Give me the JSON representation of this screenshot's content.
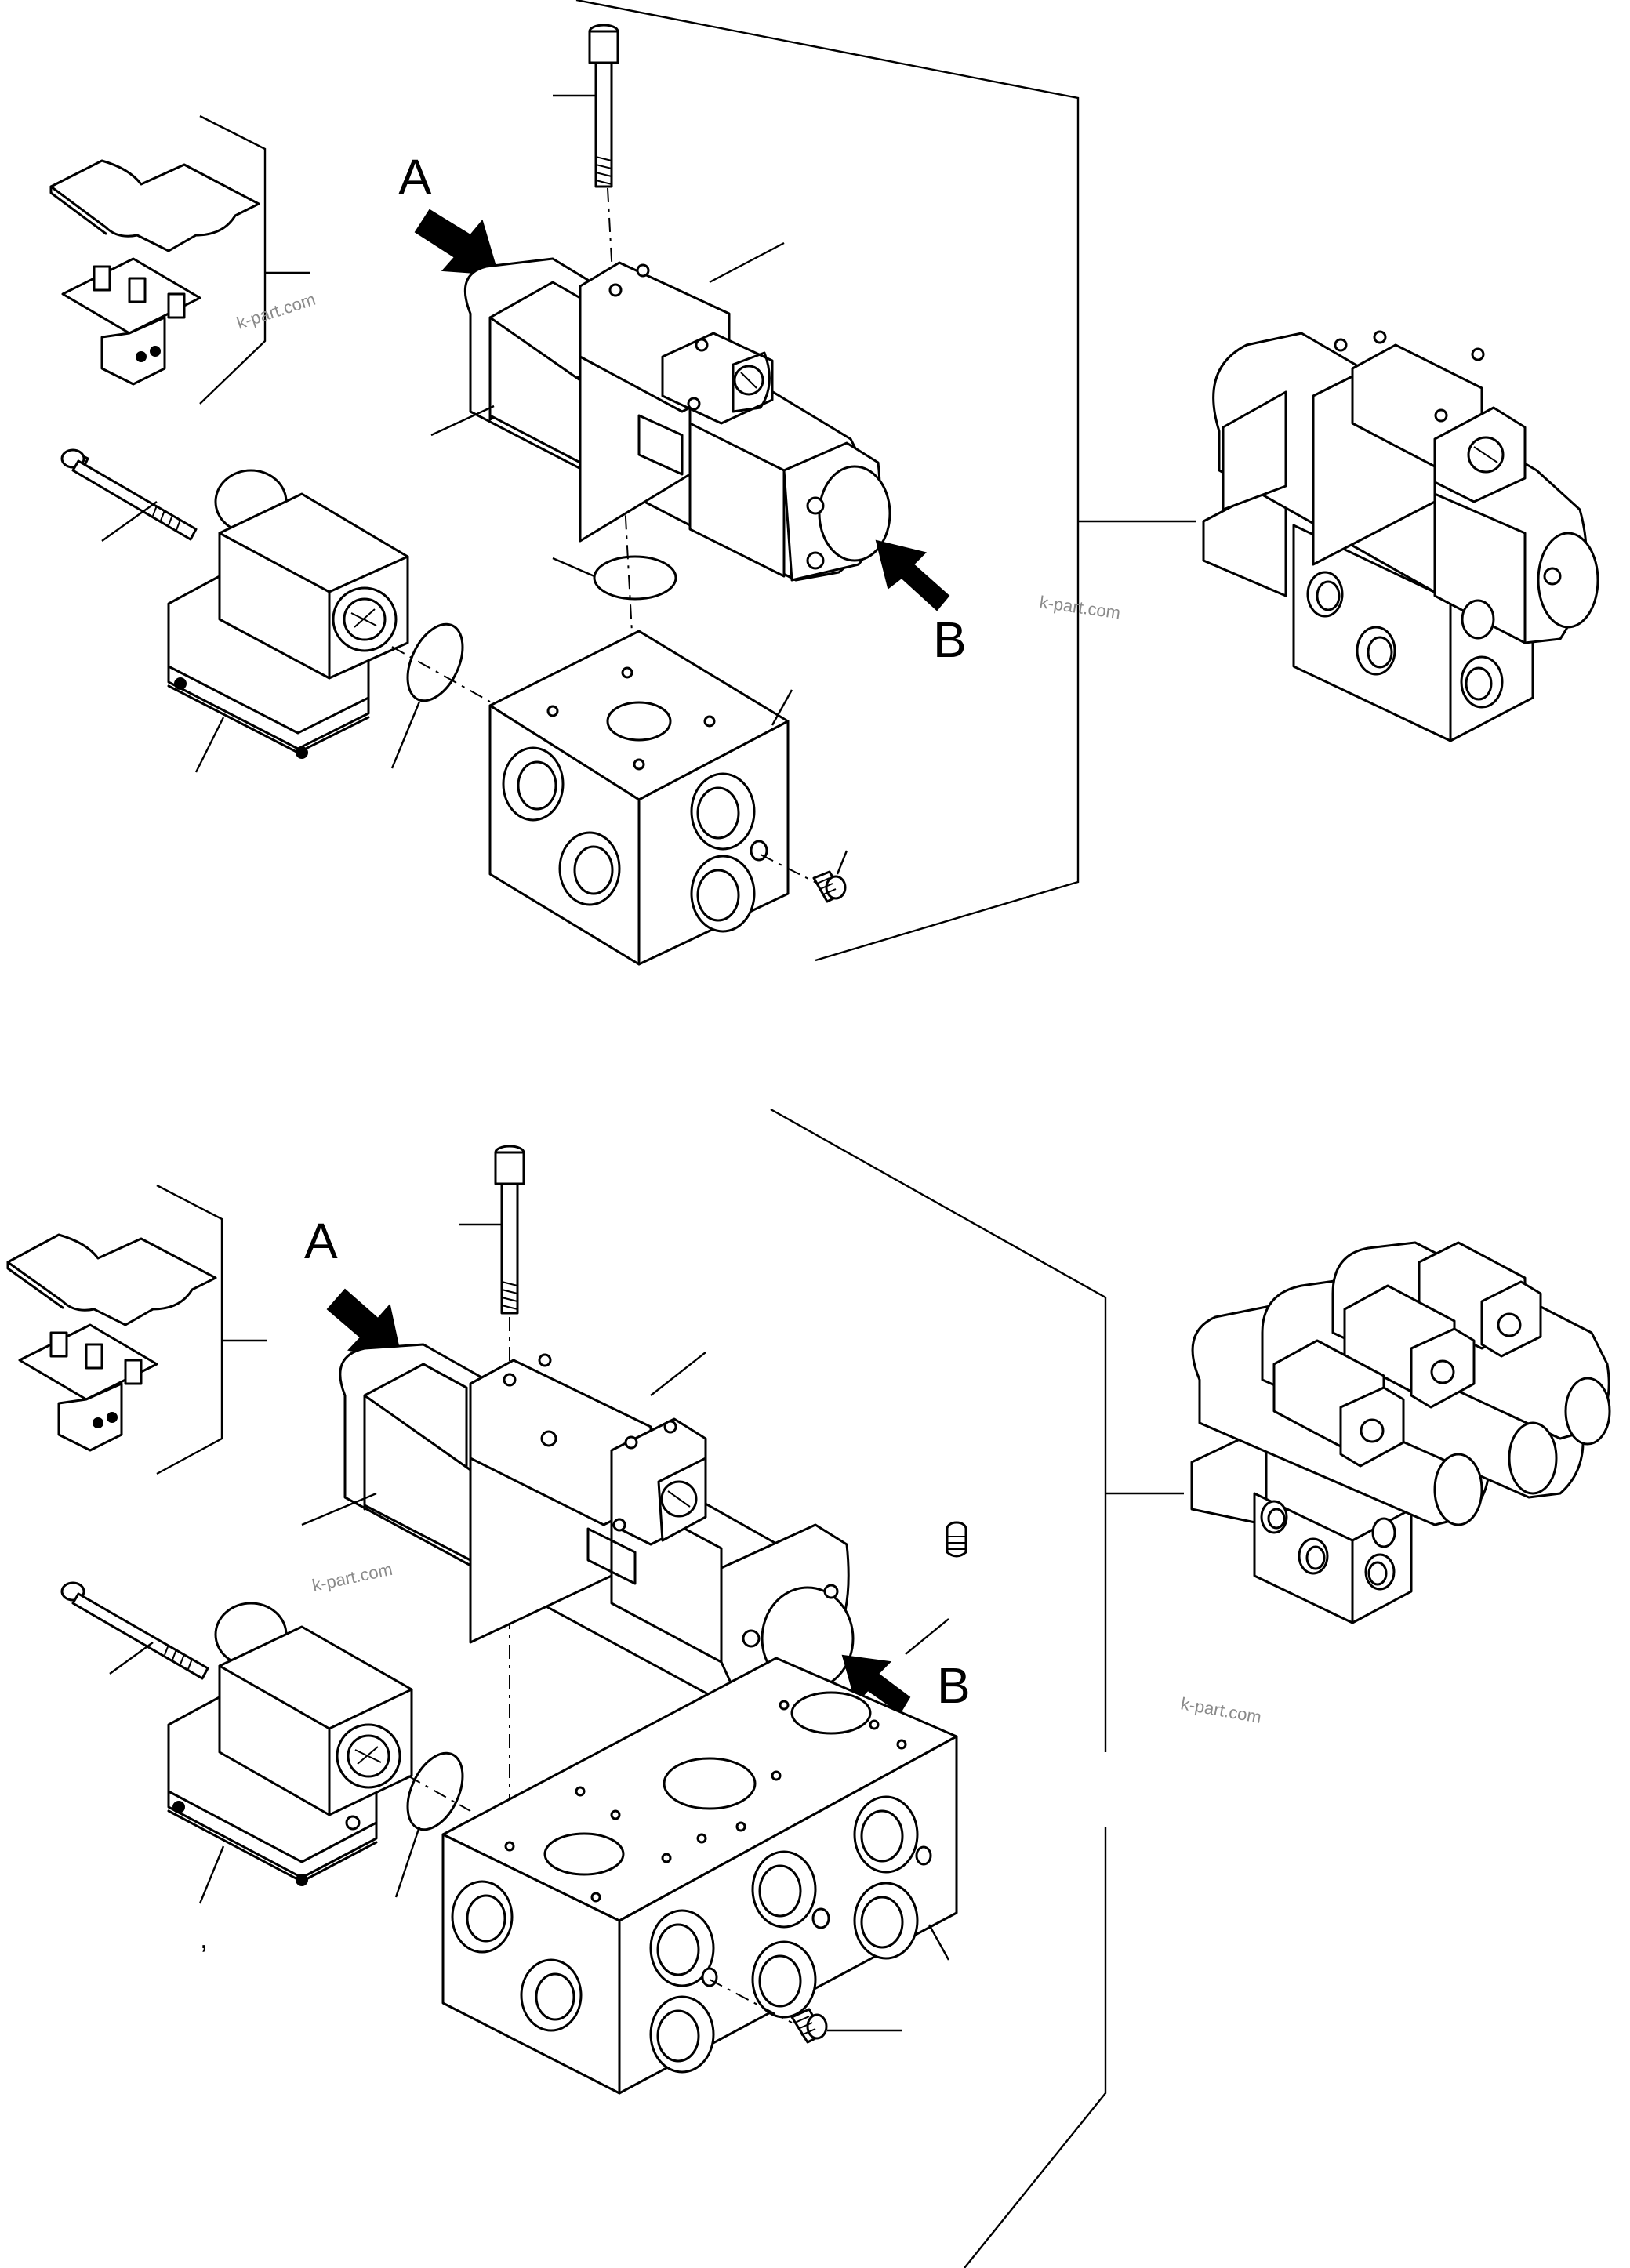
{
  "labels": {
    "top_a": "A",
    "top_b": "B",
    "bottom_a": "A",
    "bottom_b": "B",
    "stray_comma": ","
  },
  "watermarks": [
    "k-part.com",
    "k-part.com",
    "k-part.com",
    "k-part.com"
  ]
}
